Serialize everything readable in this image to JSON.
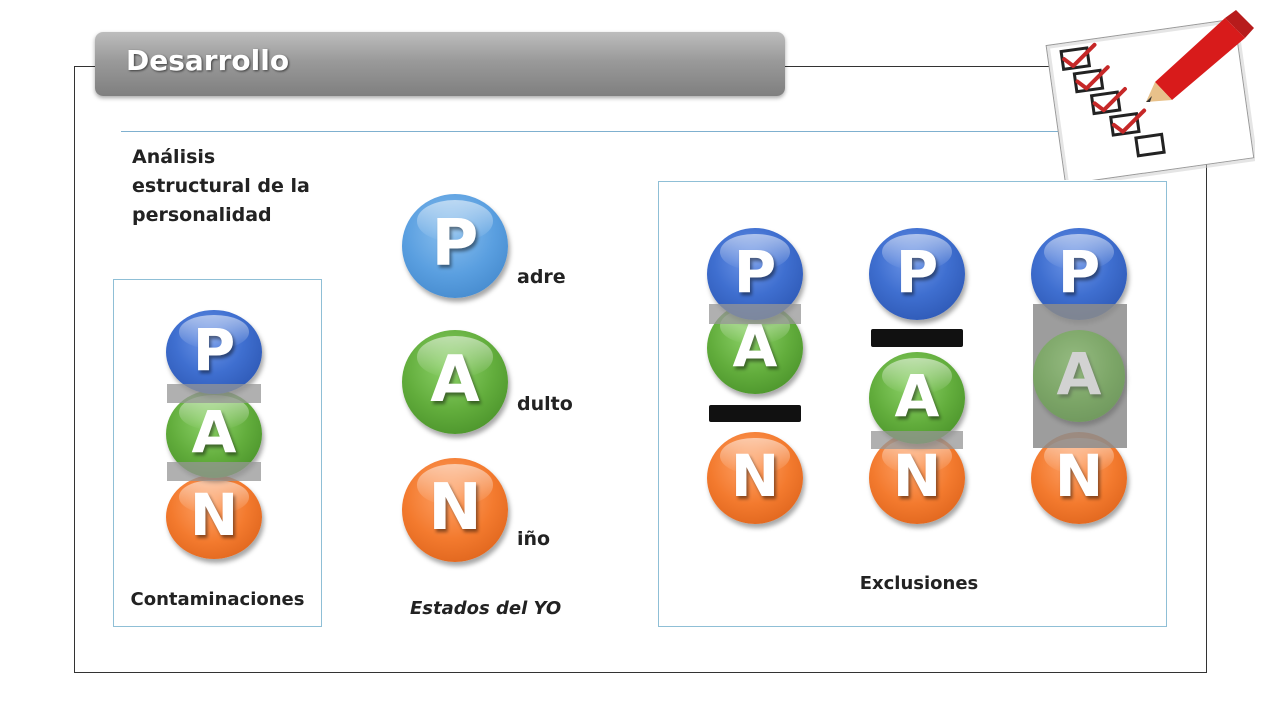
{
  "header": {
    "title": "Desarrollo"
  },
  "subtitle": "Análisis estructural de la personalidad",
  "contaminaciones": {
    "caption": "Contaminaciones",
    "letters": [
      "P",
      "A",
      "N"
    ]
  },
  "estados": {
    "caption": "Estados del YO",
    "items": [
      {
        "letter": "P",
        "word": "adre"
      },
      {
        "letter": "A",
        "word": "dulto"
      },
      {
        "letter": "N",
        "word": "iño"
      }
    ]
  },
  "exclusiones": {
    "caption": "Exclusiones",
    "groups": [
      {
        "letters": [
          "P",
          "A",
          "N"
        ]
      },
      {
        "letters": [
          "P",
          "A",
          "N"
        ]
      },
      {
        "letters": [
          "P",
          "A",
          "N"
        ]
      }
    ]
  },
  "colors": {
    "padre": "#3f6fd0",
    "adulto": "#62ad3c",
    "nino": "#f37a2e",
    "box_border": "#8fbfd6"
  },
  "icons": [
    "checklist-pencil-icon"
  ]
}
